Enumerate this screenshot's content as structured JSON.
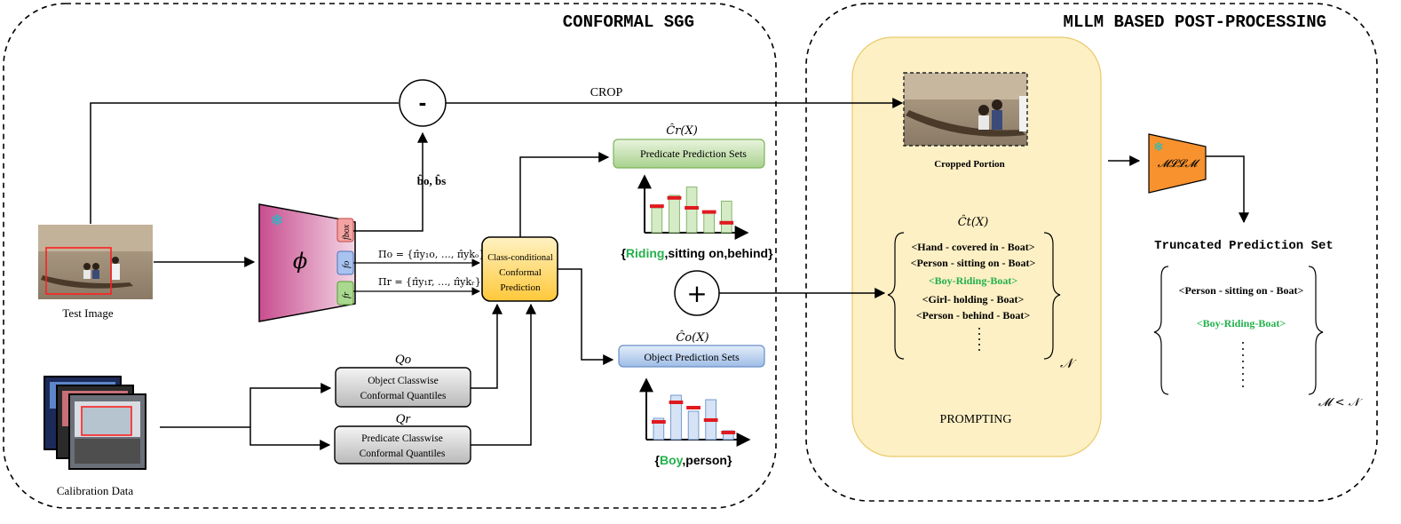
{
  "left_panel": {
    "title": "CONFORMAL SGG"
  },
  "right_panel": {
    "title": "MLLM BASED POST-PROCESSING"
  },
  "crop_label": "CROP",
  "minus_symbol": "-",
  "plus_symbol": "+",
  "bbox_label": "b̂o, b̂s",
  "test_image_label": "Test Image",
  "calibration_label": "Calibration Data",
  "phi_symbol": "ϕ",
  "heads": {
    "fbox": "fbox",
    "fo": "fo",
    "fr": "fr"
  },
  "pi_o": "Πo = {π̂y₁o, …, π̂ykₒ}",
  "pi_r": "Πr = {π̂y₁r, …, π̂ykᵣ}",
  "ccp_box": {
    "line1": "Class-conditional",
    "line2": "Conformal",
    "line3": "Prediction"
  },
  "qo_label": "Qo",
  "qr_label": "Qr",
  "obj_quantiles": {
    "line1": "Object Classwise",
    "line2": "Conformal Quantiles"
  },
  "pred_quantiles": {
    "line1": "Predicate Classwise",
    "line2": "Conformal Quantiles"
  },
  "cr_label": "Ĉr(X)",
  "co_label": "Ĉo(X)",
  "ct_label": "Ĉt(X)",
  "predicate_sets_label": "Predicate Prediction Sets",
  "object_sets_label": "Object Prediction Sets",
  "predicate_set": {
    "open": "{",
    "highlight": "Riding",
    "rest": ",sitting on,behind}"
  },
  "object_set": {
    "open": "{",
    "highlight": "Boy",
    "rest": ",person}"
  },
  "cropped_label": "Cropped Portion",
  "triplets": [
    {
      "text": "<Hand - covered in - Boat>",
      "highlight": false
    },
    {
      "text": "<Person - sitting on - Boat>",
      "highlight": false
    },
    {
      "text": "<Boy-Riding-Boat>",
      "highlight": true
    },
    {
      "text": "<Girl- holding - Boat>",
      "highlight": false
    },
    {
      "text": "<Person - behind - Boat>",
      "highlight": false
    }
  ],
  "n_symbol": "𝒩",
  "prompting_label": "PROMPTING",
  "mllm_label": "𝓜𝓛𝓛𝓜",
  "truncated_title": "Truncated Prediction Set",
  "truncated_items": [
    {
      "text": "<Person - sitting on - Boat>",
      "highlight": false
    },
    {
      "text": "<Boy-Riding-Boat>",
      "highlight": true
    }
  ],
  "m_lt_n": "𝓜 < 𝒩",
  "colors": {
    "green_highlight": "#22b14c",
    "pred_box_fill": "#cde5b8",
    "obj_box_fill": "#c5d8f0",
    "ccp_fill": "#ffd66b",
    "encoder_fill": "#d46aa0",
    "mllm_fill": "#f7922e",
    "prompt_fill": "#fdf0c4",
    "red_marker": "#e0191f"
  },
  "chart_data": [
    {
      "type": "bar",
      "title": "",
      "values": [
        3,
        4.5,
        5.5,
        2.5,
        3.8
      ],
      "thresholds": [
        3.2,
        4.2,
        3.0,
        2.5,
        1.2
      ]
    },
    {
      "type": "bar",
      "title": "",
      "values": [
        2.4,
        5.0,
        3.2,
        4.5,
        1.0
      ],
      "thresholds": [
        2.0,
        4.2,
        3.6,
        2.2,
        0.8
      ]
    }
  ]
}
